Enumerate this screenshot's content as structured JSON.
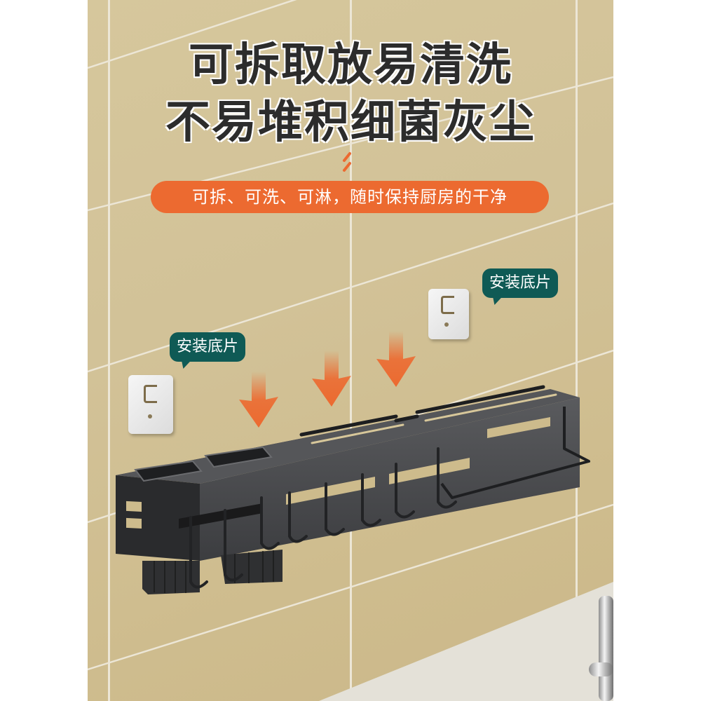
{
  "headline": {
    "line1": "可拆取放易清洗",
    "line2": "不易堆积细菌灰尘"
  },
  "subtitle_pill": {
    "text": "可拆、可洗、可淋，随时保持厨房的干净",
    "color": "#ec6a30"
  },
  "callouts": [
    {
      "label": "安装底片",
      "color": "#0f5a55"
    },
    {
      "label": "安装底片",
      "color": "#0f5a55"
    }
  ],
  "accent_colors": {
    "arrow": "#ec6a30",
    "wall_tile": "#d3c398",
    "rack": "#3a3b3d"
  },
  "icons": [
    "down-arrow-icon",
    "down-arrow-icon",
    "down-arrow-icon",
    "adhesive-mount-plate",
    "adhesive-mount-plate",
    "hook",
    "towel-bar"
  ]
}
